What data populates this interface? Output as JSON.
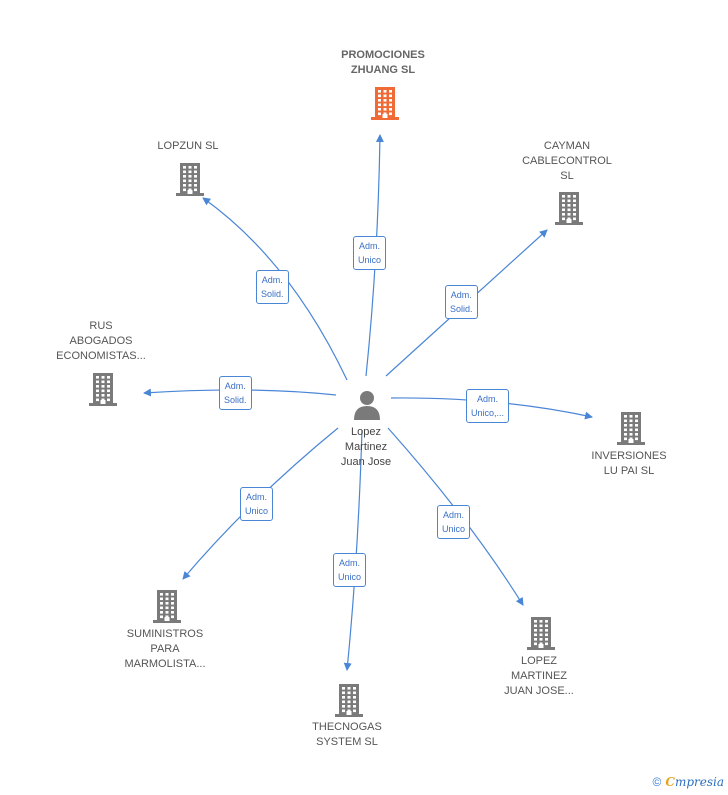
{
  "center": {
    "name": "Lopez\nMartinez\nJuan Jose",
    "icon": "person-icon"
  },
  "companies": [
    {
      "id": "promociones",
      "name": "PROMOCIONES\nZHUANG  SL",
      "role": "Adm.\nUnico",
      "highlight": true,
      "icon": "building-icon"
    },
    {
      "id": "lopzun",
      "name": "LOPZUN SL",
      "role": "Adm.\nSolid.",
      "highlight": false,
      "icon": "building-icon"
    },
    {
      "id": "cayman",
      "name": "CAYMAN\nCABLECONTROL\nSL",
      "role": "Adm.\nSolid.",
      "highlight": false,
      "icon": "building-icon"
    },
    {
      "id": "rus",
      "name": "RUS\nABOGADOS\nECONOMISTAS...",
      "role": "Adm.\nSolid.",
      "highlight": false,
      "icon": "building-icon"
    },
    {
      "id": "inversiones",
      "name": "INVERSIONES\nLU PAI  SL",
      "role": "Adm.\nUnico,...",
      "highlight": false,
      "icon": "building-icon"
    },
    {
      "id": "suministros",
      "name": "SUMINISTROS\nPARA\nMARMOLISTA...",
      "role": "Adm.\nUnico",
      "highlight": false,
      "icon": "building-icon"
    },
    {
      "id": "thecnogas",
      "name": "THECNOGAS\nSYSTEM  SL",
      "role": "Adm.\nUnico",
      "highlight": false,
      "icon": "building-icon"
    },
    {
      "id": "lopezmj",
      "name": "LOPEZ\nMARTINEZ\nJUAN JOSE...",
      "role": "Adm.\nUnico",
      "highlight": false,
      "icon": "building-icon"
    }
  ],
  "colors": {
    "edge": "#4a86d6",
    "building": "#7a7a7a",
    "highlight": "#f06a35",
    "person": "#7a7a7a"
  },
  "footer": {
    "copyright": "©",
    "brand_e": "C",
    "brand_rest": "mpresia"
  }
}
